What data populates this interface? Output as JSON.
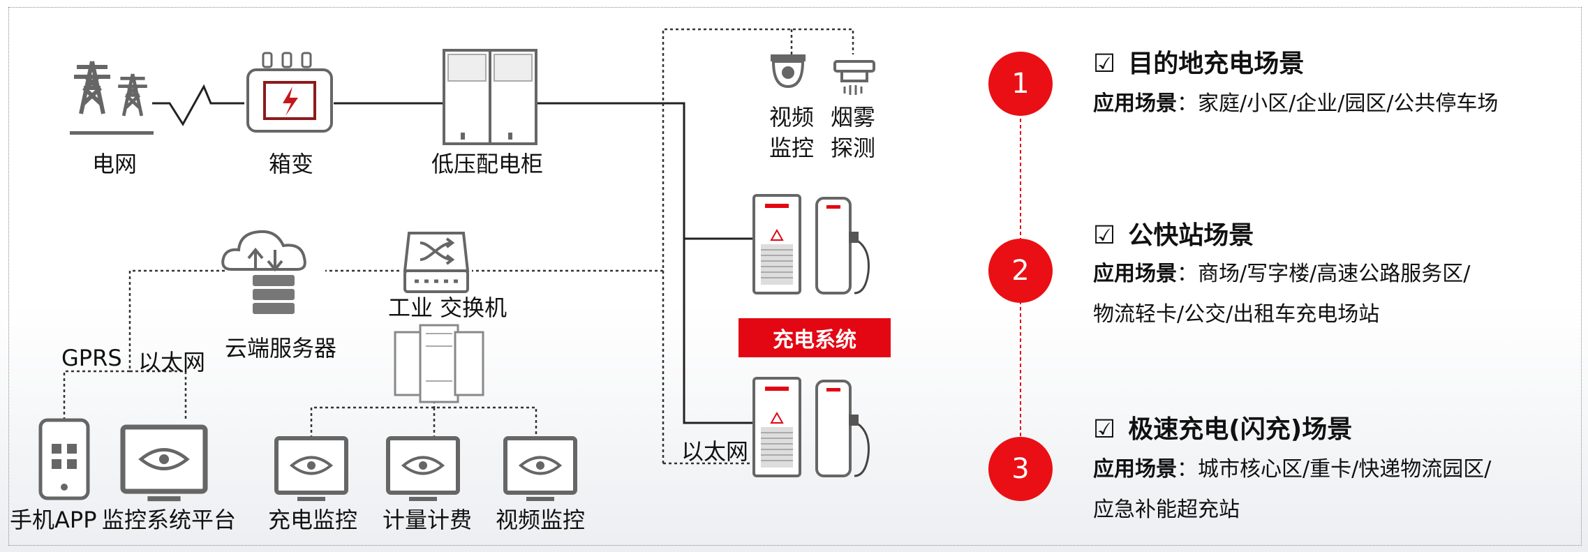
{
  "diagram": {
    "nodes": {
      "grid": "电网",
      "transformer": "箱变",
      "low_voltage_cabinet": "低压配电柜",
      "video_monitor_top": "视频\n监控",
      "smoke_detect": "烟雾\n探测",
      "cloud_server": "云端服务器",
      "industrial_switch": "工业 交换机",
      "gprs": "GPRS",
      "ethernet_left": "以太网",
      "ethernet_bottom": "以太网",
      "mobile_app": "手机APP",
      "monitor_platform": "监控系统平台",
      "charging_monitor": "充电监控",
      "metering_billing": "计量计费",
      "video_monitor": "视频监控",
      "charging_system": "充电系统"
    },
    "colors": {
      "accent": "#e30613",
      "line": "#222222",
      "icon": "#666666"
    }
  },
  "scenarios": [
    {
      "number": "1",
      "check": "☑",
      "title": "目的地充电场景",
      "label": "应用场景",
      "text": "：家庭/小区/企业/园区/公共停车场"
    },
    {
      "number": "2",
      "check": "☑",
      "title": "公快站场景",
      "label": "应用场景",
      "text": "：商场/写字楼/高速公路服务区/物流轻卡/公交/出租车充电场站"
    },
    {
      "number": "3",
      "check": "☑",
      "title": "极速充电(闪充)场景",
      "label": "应用场景",
      "text": "：城市核心区/重卡/快递物流园区/应急补能超充站"
    }
  ]
}
